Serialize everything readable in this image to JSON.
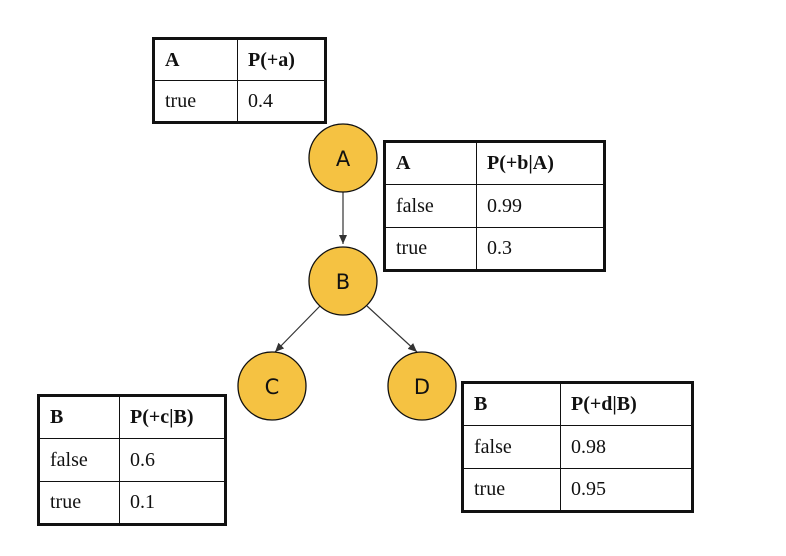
{
  "nodes": {
    "a": "A",
    "b": "B",
    "c": "C",
    "d": "D"
  },
  "edges": [
    [
      "A",
      "B"
    ],
    [
      "B",
      "C"
    ],
    [
      "B",
      "D"
    ]
  ],
  "node_color": "#f5c242",
  "cpts": {
    "a": {
      "header": [
        "A",
        "P(+a)"
      ],
      "rows": [
        [
          "true",
          "0.4"
        ]
      ]
    },
    "b": {
      "header": [
        "A",
        "P(+b|A)"
      ],
      "rows": [
        [
          "false",
          "0.99"
        ],
        [
          "true",
          "0.3"
        ]
      ]
    },
    "c": {
      "header": [
        "B",
        "P(+c|B)"
      ],
      "rows": [
        [
          "false",
          "0.6"
        ],
        [
          "true",
          "0.1"
        ]
      ]
    },
    "d": {
      "header": [
        "B",
        "P(+d|B)"
      ],
      "rows": [
        [
          "false",
          "0.98"
        ],
        [
          "true",
          "0.95"
        ]
      ]
    }
  }
}
